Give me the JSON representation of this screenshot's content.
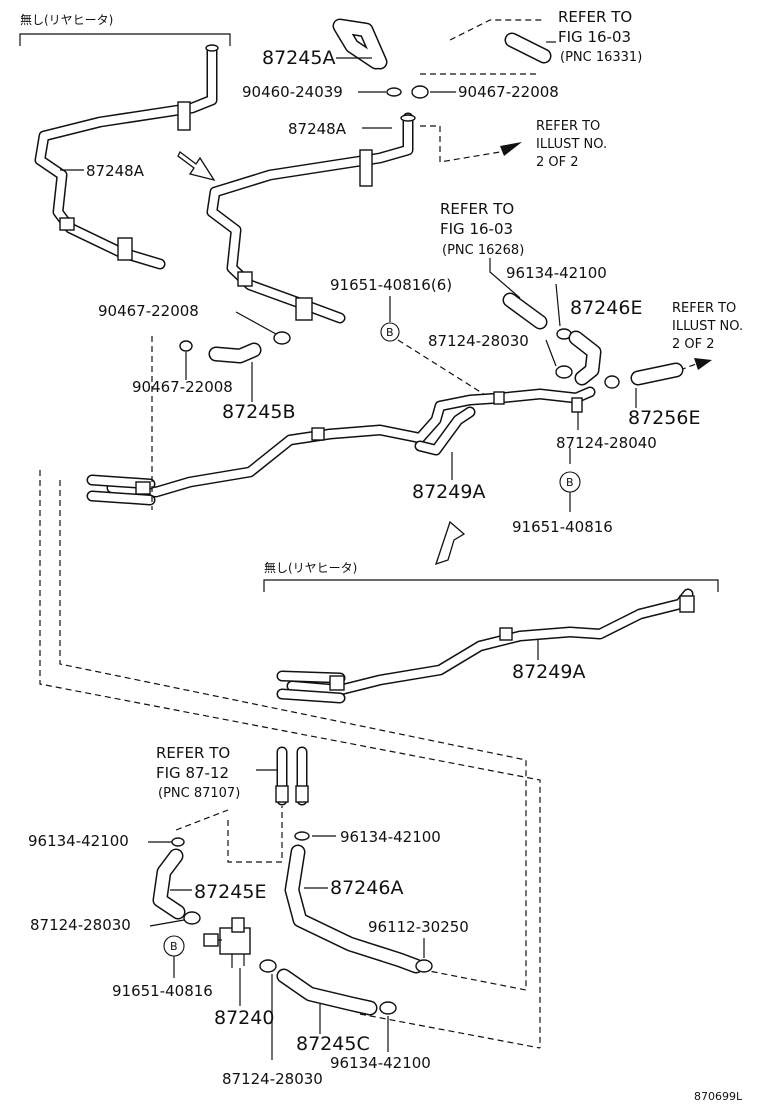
{
  "labels": {
    "no_rear_heater": "無し(リヤヒータ)",
    "p87245A": "87245A",
    "p90460_24039": "90460-24039",
    "p90467_22008": "90467-22008",
    "p87248A": "87248A",
    "p91651_40816_6": "91651-40816(6)",
    "p96134_42100": "96134-42100",
    "p87246E": "87246E",
    "p87124_28030": "87124-28030",
    "p87245B": "87245B",
    "p87256E": "87256E",
    "p87124_28040": "87124-28040",
    "p87249A": "87249A",
    "p91651_40816": "91651-40816",
    "p87245E": "87245E",
    "p87246A": "87246A",
    "p96112_30250": "96112-30250",
    "p87240": "87240",
    "p87245C": "87245C",
    "circle_b": "B"
  },
  "refs": {
    "refer_to": "REFER TO",
    "fig_16_03": "FIG 16-03",
    "pnc_16331": "(PNC 16331)",
    "pnc_16268": "(PNC 16268)",
    "fig_87_12": "FIG 87-12",
    "pnc_87107": "(PNC 87107)",
    "refer_to_small": "REFER TO",
    "illust_no": "ILLUST NO.",
    "two_of_two": "2 OF 2"
  },
  "figure_code": "870699L"
}
